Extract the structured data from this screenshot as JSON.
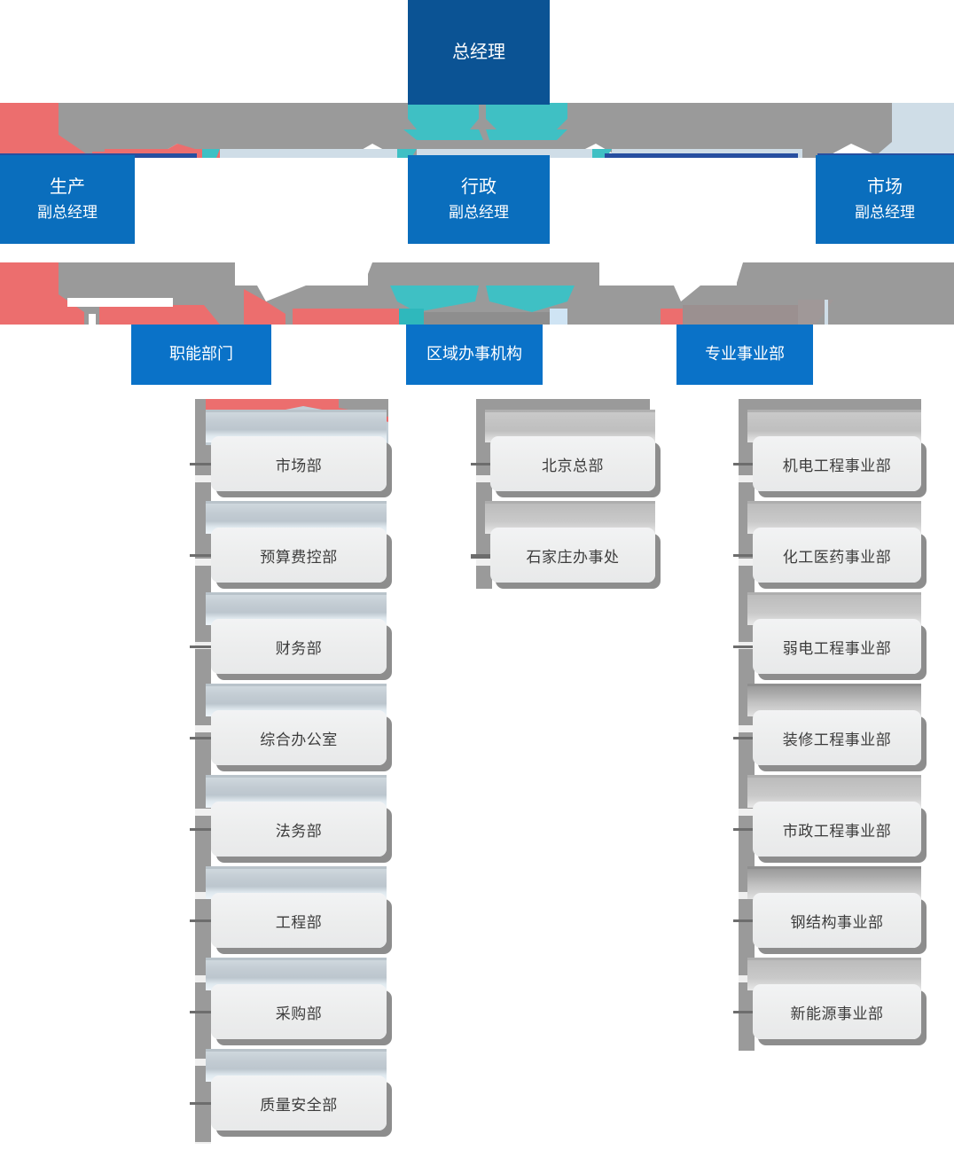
{
  "chart_title": "",
  "colors": {
    "ceo_blue": "#0b5394",
    "level2_blue": "#0a6ebd",
    "level3_blue": "#0a72c8",
    "ribbon_grey": "#9a9a9a",
    "ribbon_red": "#ee6e6e",
    "ribbon_teal": "#3fc0c4",
    "ribbon_lightblue": "#cfdde7",
    "card_face": "#eceded",
    "card_shadow": "#8d8d8d",
    "card_text": "#3c3c3c"
  },
  "root": {
    "label": "总经理"
  },
  "level2": [
    {
      "line1": "生产",
      "line2": "副总经理"
    },
    {
      "line1": "行政",
      "line2": "副总经理"
    },
    {
      "line1": "市场",
      "line2": "副总经理"
    }
  ],
  "level3": [
    {
      "label": "职能部门"
    },
    {
      "label": "区域办事机构"
    },
    {
      "label": "专业事业部"
    }
  ],
  "columns": [
    {
      "parent": "职能部门",
      "items": [
        {
          "label": "市场部"
        },
        {
          "label": "预算费控部"
        },
        {
          "label": "财务部"
        },
        {
          "label": "综合办公室"
        },
        {
          "label": "法务部"
        },
        {
          "label": "工程部"
        },
        {
          "label": "采购部"
        },
        {
          "label": "质量安全部"
        }
      ]
    },
    {
      "parent": "区域办事机构",
      "items": [
        {
          "label": "北京总部"
        },
        {
          "label": "石家庄办事处"
        }
      ]
    },
    {
      "parent": "专业事业部",
      "items": [
        {
          "label": "机电工程事业部"
        },
        {
          "label": "化工医药事业部"
        },
        {
          "label": "弱电工程事业部"
        },
        {
          "label": "装修工程事业部"
        },
        {
          "label": "市政工程事业部"
        },
        {
          "label": "钢结构事业部"
        },
        {
          "label": "新能源事业部"
        }
      ]
    }
  ]
}
